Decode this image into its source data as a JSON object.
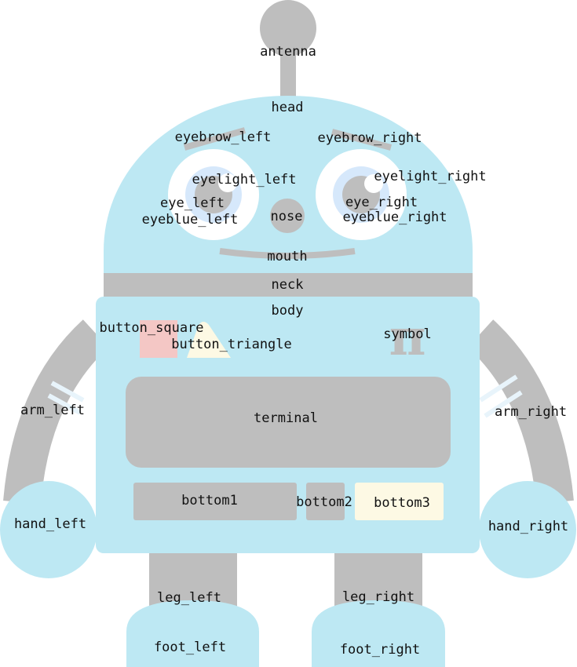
{
  "colors": {
    "body_blue": "#bde8f3",
    "gray": "#bebebe",
    "white": "#ffffff",
    "eye_blue": "#d6e8fb",
    "square_pink": "#f4c7c5",
    "cream": "#fdf9e4",
    "stripe": "#e8f4fb",
    "label": "#111111"
  },
  "symbol_glyph": "π",
  "labels": {
    "antenna": "antenna",
    "head": "head",
    "eyebrow_left": "eyebrow_left",
    "eyebrow_right": "eyebrow_right",
    "eyelight_left": "eyelight_left",
    "eyelight_right": "eyelight_right",
    "eye_left": "eye_left",
    "eye_right": "eye_right",
    "eyeblue_left": "eyeblue_left",
    "eyeblue_right": "eyeblue_right",
    "nose": "nose",
    "mouth": "mouth",
    "neck": "neck",
    "body": "body",
    "button_square": "button_square",
    "button_triangle": "button_triangle",
    "symbol": "symbol",
    "arm_left": "arm_left",
    "arm_right": "arm_right",
    "terminal": "terminal",
    "hand_left": "hand_left",
    "hand_right": "hand_right",
    "bottom1": "bottom1",
    "bottom2": "bottom2",
    "bottom3": "bottom3",
    "leg_left": "leg_left",
    "leg_right": "leg_right",
    "foot_left": "foot_left",
    "foot_right": "foot_right"
  }
}
